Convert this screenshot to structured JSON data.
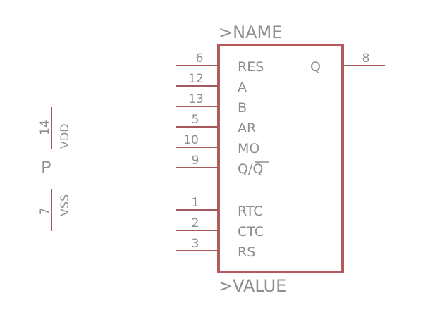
{
  "symbol": {
    "name_label": ">NAME",
    "value_label": ">VALUE",
    "colors": {
      "body": "#b35a5e",
      "pins": "#a5585b",
      "text": "#8e8e8e"
    }
  },
  "left_pins": [
    {
      "number": "6",
      "name": "RES"
    },
    {
      "number": "12",
      "name": "A"
    },
    {
      "number": "13",
      "name": "B"
    },
    {
      "number": "5",
      "name": "AR"
    },
    {
      "number": "10",
      "name": "MO"
    },
    {
      "number": "9",
      "name": "Q/Q"
    },
    {
      "number": "1",
      "name": "RTC"
    },
    {
      "number": "2",
      "name": "CTC"
    },
    {
      "number": "3",
      "name": "RS"
    }
  ],
  "right_pins": [
    {
      "number": "8",
      "name": "Q"
    }
  ],
  "power_symbol": {
    "label": "P",
    "pins": [
      {
        "number": "14",
        "name": "VDD"
      },
      {
        "number": "7",
        "name": "VSS"
      }
    ]
  }
}
